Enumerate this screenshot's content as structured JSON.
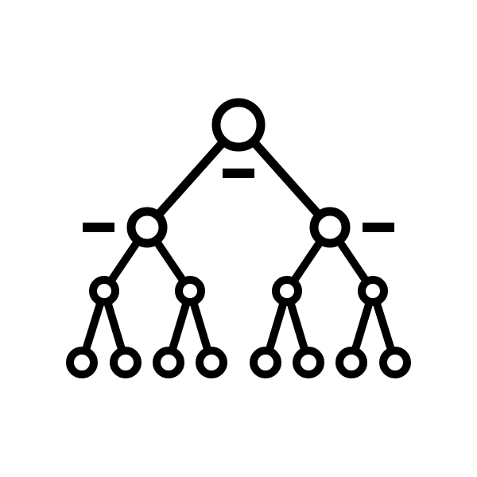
{
  "icon": {
    "name": "hierarchy-tree-icon",
    "stroke_color": "#000000",
    "background_color": "#ffffff",
    "levels": 4,
    "node_count": 15,
    "branching": "binary"
  }
}
